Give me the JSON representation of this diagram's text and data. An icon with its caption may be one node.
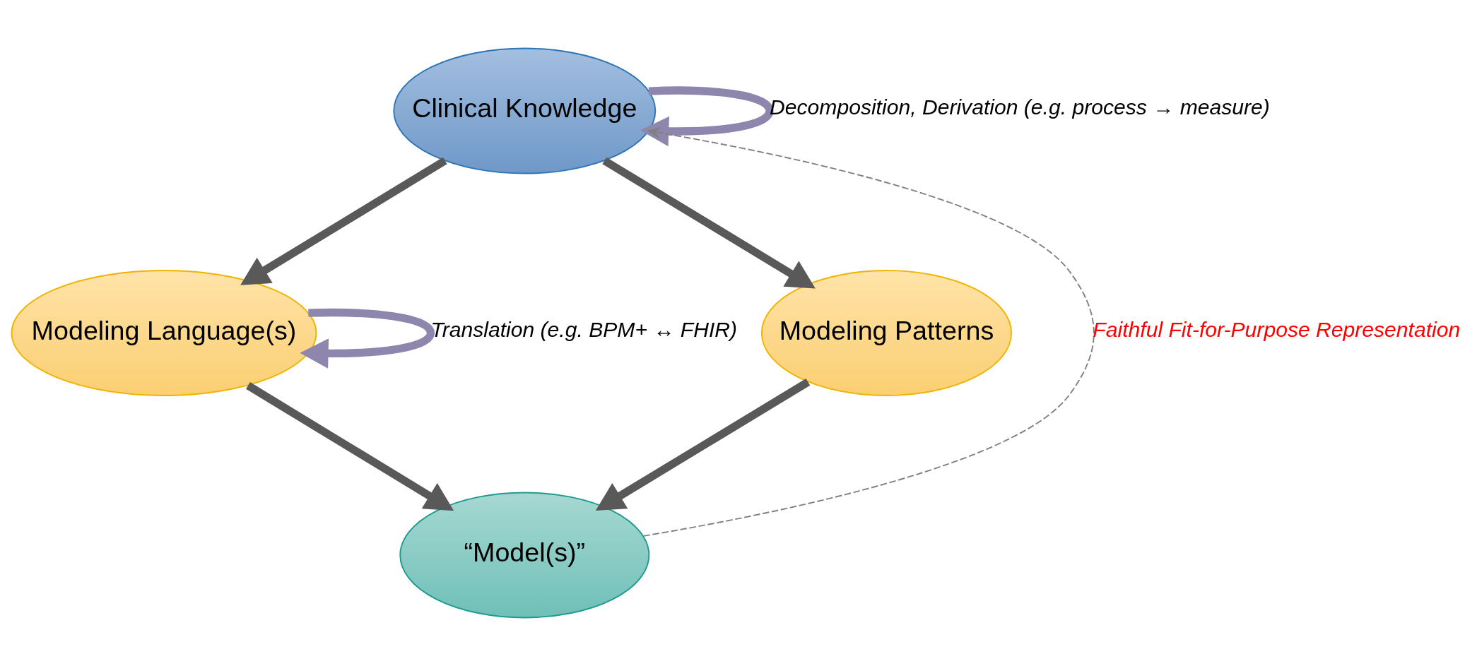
{
  "diagram": {
    "nodes": [
      {
        "text": [
          "Clinical Knowledge"
        ]
      },
      {
        "text": [
          "Modeling Language(s)"
        ]
      },
      {
        "text": [
          "Modeling Patterns"
        ]
      },
      {
        "text": [
          "“Model(s)”"
        ]
      }
    ],
    "edges": [
      {
        "from": 0,
        "to": 0,
        "arrow": "to",
        "label": "Decomposition, Derivation (e.g. process → measure)",
        "color": "#8e86ad"
      },
      {
        "from": 0,
        "to": 1,
        "arrow": "to"
      },
      {
        "from": 0,
        "to": 2,
        "arrow": "to"
      },
      {
        "from": 1,
        "to": 1,
        "arrow": "to",
        "label": "Translation (e.g. BPM+ ↔ FHIR)",
        "color": "#8e86ad"
      },
      {
        "from": 1,
        "to": 3,
        "arrow": "to"
      },
      {
        "from": 2,
        "to": 3,
        "arrow": "to"
      },
      {
        "from": 3,
        "to": 0,
        "arrow": "to",
        "label": "Faithful Fit-for-Purpose Representation",
        "style": "dashed",
        "color": "#808080"
      }
    ]
  }
}
